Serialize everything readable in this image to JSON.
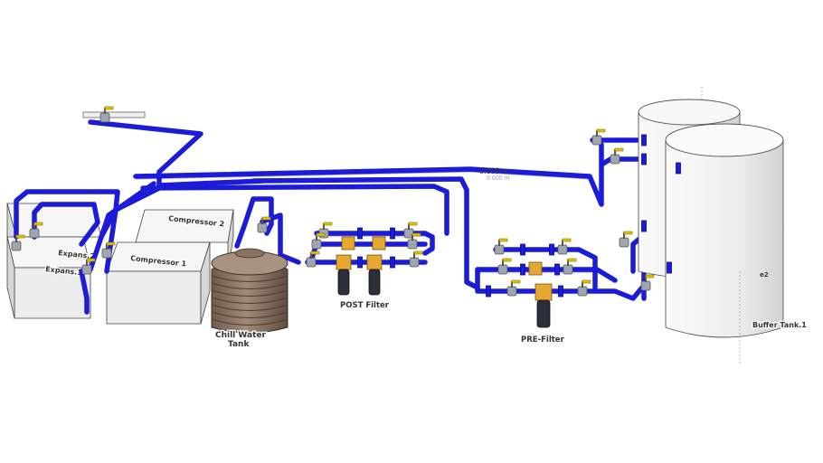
{
  "labels": {
    "expansion_2": "Expans.2",
    "expansion_1": "Expans.1",
    "compressor_2": "Compressor 2",
    "compressor_1": "Compressor 1",
    "chill_water_tank_line1": "Chill Water",
    "chill_water_tank_line2": "Tank",
    "post_filter": "POST Filter",
    "pre_filter": "PRE-Filter",
    "buffer_tank_1": "Buffer Tank.1",
    "buffer_tank_2": "e2",
    "dimension": "0.600 m",
    "dimension_ghost": "0.600 m"
  },
  "colors": {
    "pipe": "#1c1cd8",
    "pipe_dark": "#0a0a8c",
    "box_face": "#ececec",
    "box_top": "#f6f6f6",
    "box_side": "#d6d6d6",
    "tank_body": "#8a7060",
    "filter_body": "#e7a832",
    "filter_cartridge": "#2a2f3a",
    "valve_body": "#9aa0a8",
    "valve_handle": "#e6c400",
    "buffer_tank": "#f2f2f2"
  },
  "icons": {
    "valve": "ball-valve-icon",
    "filter": "filter-housing-icon"
  }
}
